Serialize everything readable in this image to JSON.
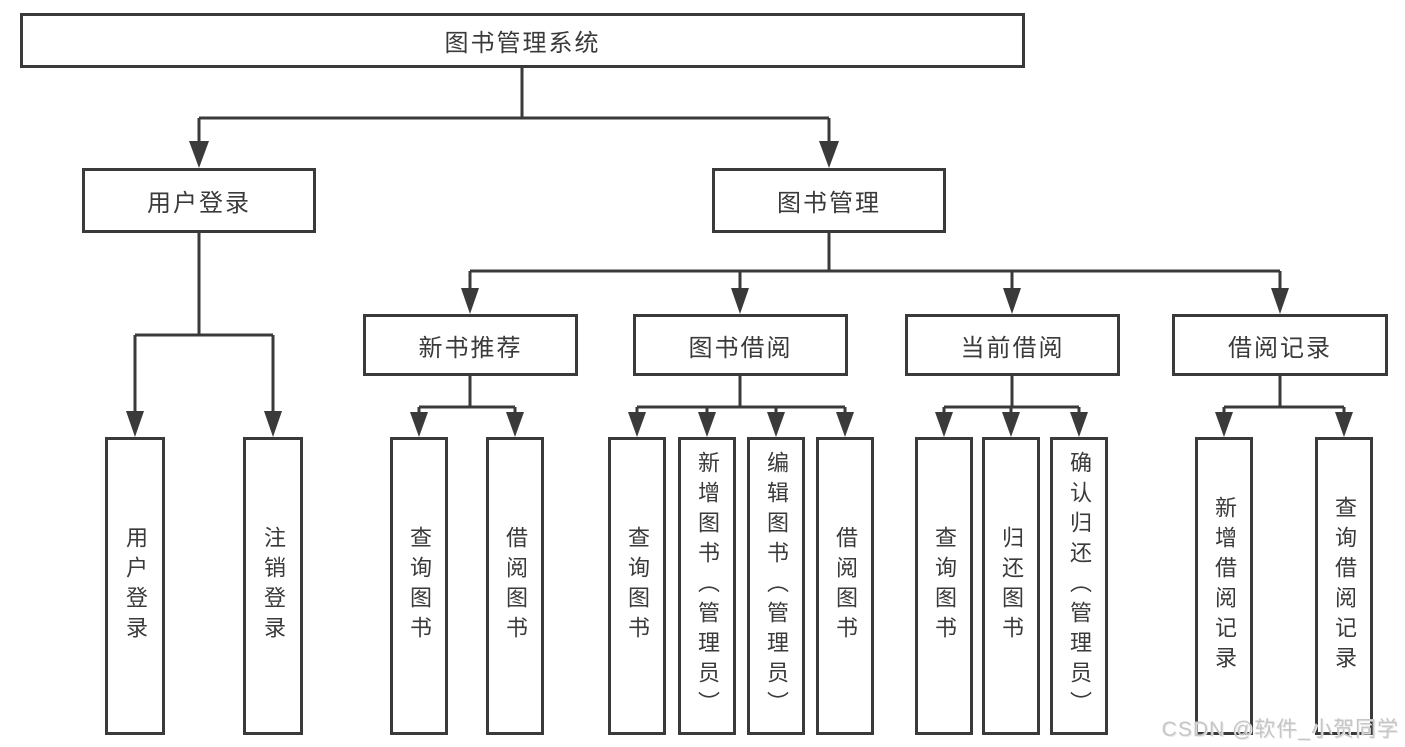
{
  "diagram": {
    "root": {
      "label": "图书管理系统"
    },
    "level1": {
      "user_login": {
        "label": "用户登录"
      },
      "book_management": {
        "label": "图书管理"
      }
    },
    "level2": {
      "new_book_recommend": {
        "label": "新书推荐"
      },
      "book_borrow": {
        "label": "图书借阅"
      },
      "current_borrow": {
        "label": "当前借阅"
      },
      "borrow_record": {
        "label": "借阅记录"
      }
    },
    "leaves": {
      "user_login": "用户登录",
      "logout": "注销登录",
      "nb_query_book": "查询图书",
      "nb_borrow_book": "借阅图书",
      "bb_query_book": "查询图书",
      "bb_add_book_admin": "新增图书（管理员）",
      "bb_edit_book_admin": "编辑图书（管理员）",
      "bb_borrow_book": "借阅图书",
      "cb_query_book": "查询图书",
      "cb_return_book": "归还图书",
      "cb_confirm_return_admin": "确认归还（管理员）",
      "br_add_record": "新增借阅记录",
      "br_query_record": "查询借阅记录"
    },
    "watermark": "CSDN @软件_小贺同学"
  },
  "colors": {
    "line": "#3a3a3a",
    "text": "#3a3a3a",
    "box_bg": "#ffffff",
    "watermark": "#c6c6c6",
    "background": "#ffffff"
  }
}
